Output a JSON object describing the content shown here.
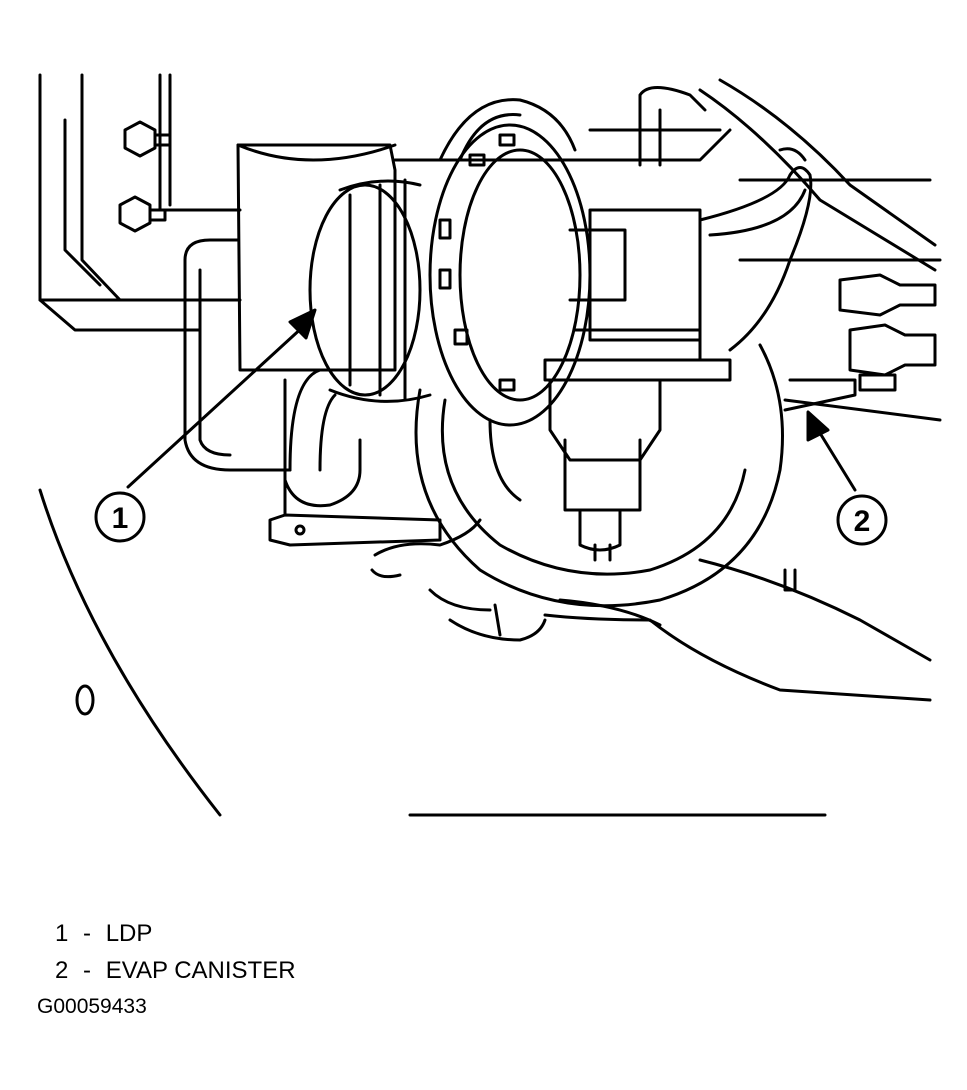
{
  "callouts": [
    {
      "number": "1",
      "label": "LDP"
    },
    {
      "number": "2",
      "label": "EVAP CANISTER"
    }
  ],
  "legend": {
    "item1": {
      "number": "1",
      "separator": "-",
      "text": "LDP"
    },
    "item2": {
      "number": "2",
      "separator": "-",
      "text": "EVAP CANISTER"
    }
  },
  "figure_id": "G00059433"
}
